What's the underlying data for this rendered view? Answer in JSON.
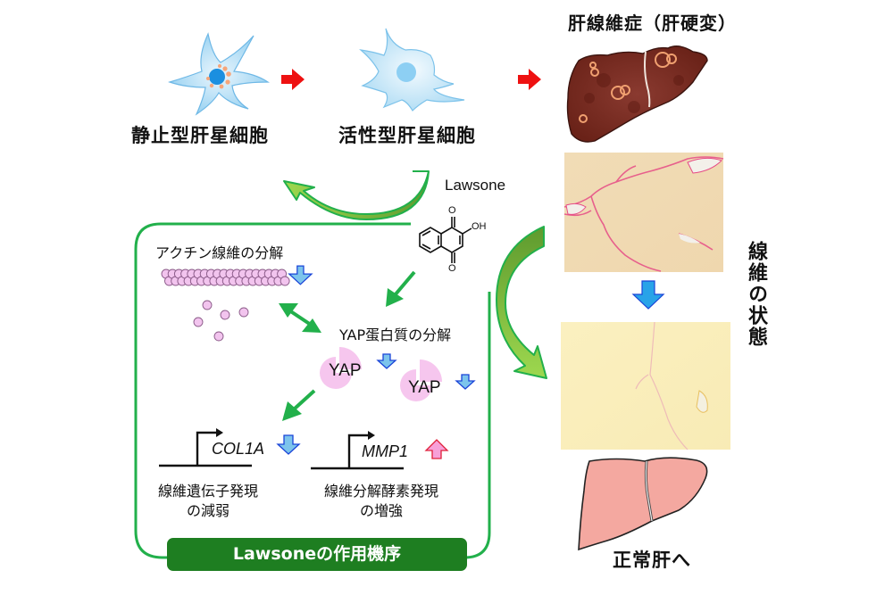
{
  "cells": {
    "quiescent_label": "静止型肝星細胞",
    "activated_label": "活性型肝星細胞"
  },
  "cirrhosis_title": "肝線維症（肝硬変）",
  "compound": {
    "name": "Lawsone",
    "oh_label": "OH",
    "o_label": "O"
  },
  "mechanism": {
    "actin_label": "アクチン線維の分解",
    "yap_label": "YAP蛋白質の分解",
    "yap_text": "YAP",
    "col_gene": "COL1A",
    "mmp_gene": "MMP1",
    "col_desc_line1": "線維遺伝子発現",
    "col_desc_line2": "の減弱",
    "mmp_desc_line1": "線維分解酵素発現",
    "mmp_desc_line2": "の増強",
    "box_title": "Lawsoneの作用機序"
  },
  "fibrosis_state_label": "線維の状態",
  "normal_liver_label": "正常肝へ",
  "colors": {
    "green_line": "#22b04b",
    "green_box": "#1e7e21",
    "red_arrow": "#ee1111",
    "down_arrow": "#7cc4ec",
    "up_arrow": "#f7a0d8",
    "cirrhotic_liver": "#7a2a22",
    "normal_liver": "#f4a8a0"
  }
}
